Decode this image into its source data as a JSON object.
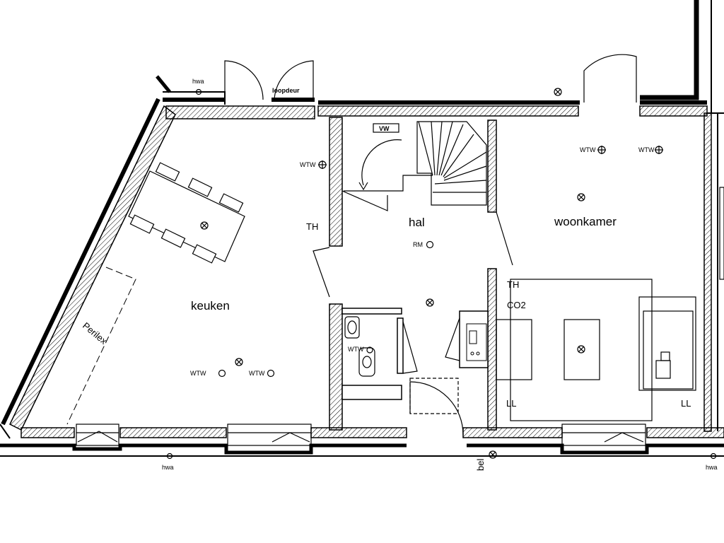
{
  "rooms": {
    "keuken": "keuken",
    "hal": "hal",
    "woonkamer": "woonkamer"
  },
  "labels": {
    "loopdeur": "loopdeur",
    "vw": "VW",
    "perilex": "Perilex",
    "bel": "bel",
    "hwa_top": "hwa",
    "hwa_bottom_left": "hwa",
    "hwa_bottom_right": "hwa",
    "rm": "RM",
    "co2": "CO2",
    "th_keuken": "TH",
    "th_woonkamer": "TH",
    "ll_hal": "LL",
    "ll_woonkamer": "LL",
    "wtw_keuken_wall": "WTW",
    "wtw_keuken_1": "WTW",
    "wtw_keuken_2": "WTW",
    "wtw_toilet": "WTW",
    "wtw_woon_1": "WTW",
    "wtw_woon_2": "WTW"
  },
  "colors": {
    "line": "#000000",
    "background": "#ffffff",
    "wall_hatch": "#000000"
  }
}
